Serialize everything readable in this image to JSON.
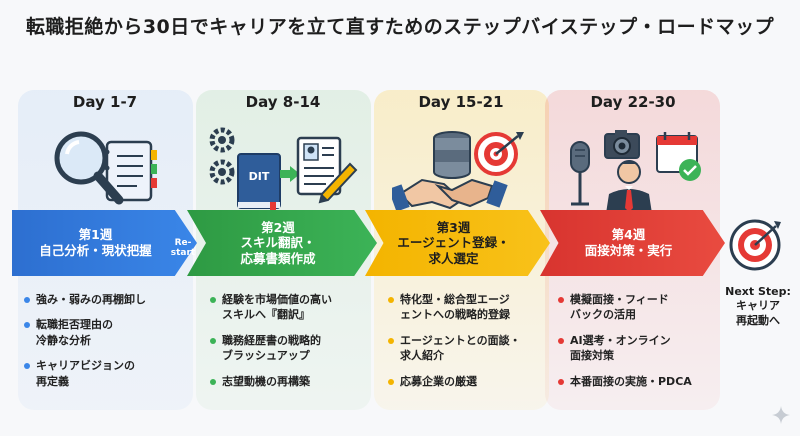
{
  "title": "転職拒絶から30日でキャリアを立て直すためのステップバイステップ・ロードマップ",
  "restart_label": "Re-start",
  "stages": [
    {
      "day": "Day 1-7",
      "title_lines": [
        "第1週",
        "自己分析・現状把握"
      ],
      "items": [
        [
          "強み・弱みの再棚卸し"
        ],
        [
          "転職拒否理由の",
          "冷静な分析"
        ],
        [
          "キャリアビジョンの",
          "再定義"
        ]
      ],
      "icons": [
        "magnifier-icon",
        "notebook-icon"
      ],
      "color": "#3a86e8"
    },
    {
      "day": "Day 8-14",
      "title_lines": [
        "第2週",
        "スキル翻訳・",
        "応募書類作成"
      ],
      "items": [
        [
          "経験を市場価値の高い",
          "スキルへ『翻訳』"
        ],
        [
          "職務経歴書の戦略的",
          "ブラッシュアップ"
        ],
        [
          "志望動機の再構築"
        ]
      ],
      "icons": [
        "gears-icon",
        "dictionary-icon",
        "resume-icon",
        "pencil-icon"
      ],
      "book_label": "DIT",
      "color": "#3cb357"
    },
    {
      "day": "Day 15-21",
      "title_lines": [
        "第3週",
        "エージェント登録・",
        "求人選定"
      ],
      "items": [
        [
          "特化型・総合型エージ",
          "ェントへの戦略的登録"
        ],
        [
          "エージェントとの面談・",
          "求人紹介"
        ],
        [
          "応募企業の厳選"
        ]
      ],
      "icons": [
        "handshake-icon",
        "database-icon",
        "target-icon"
      ],
      "color": "#f4b400"
    },
    {
      "day": "Day 22-30",
      "title_lines": [
        "第4週",
        "面接対策・実行"
      ],
      "items": [
        [
          "模擬面接・フィード",
          "バックの活用"
        ],
        [
          "AI選考・オンライン",
          "面接対策"
        ],
        [
          "本番面接の実施・PDCA"
        ]
      ],
      "icons": [
        "microphone-icon",
        "camera-icon",
        "businessman-icon",
        "calendar-check-icon"
      ],
      "color": "#e53935"
    }
  ],
  "next_step": [
    "Next Step:",
    "キャリア",
    "再起動へ"
  ],
  "next_icon": "target-icon"
}
